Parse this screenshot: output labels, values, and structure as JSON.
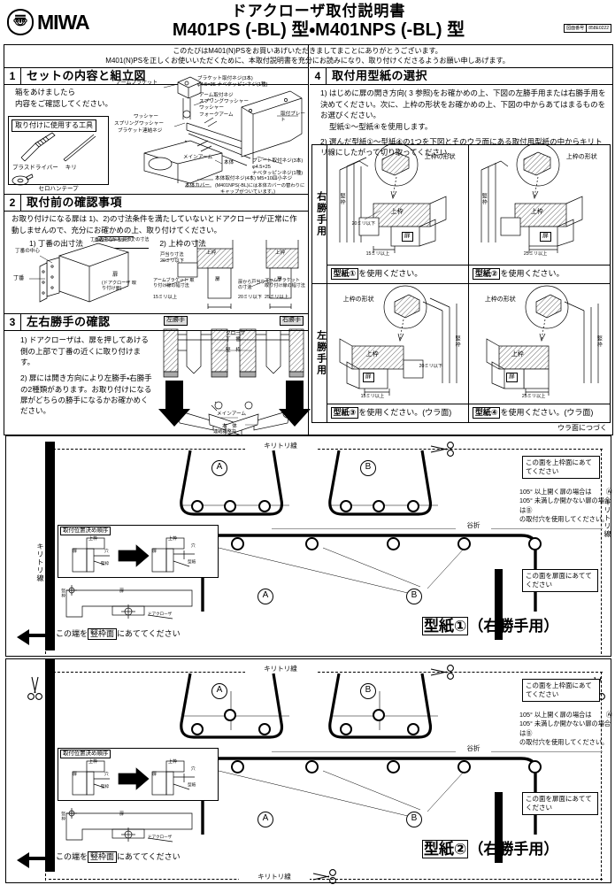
{
  "header": {
    "brand": "MIWA",
    "title_line1": "ドアクローザ取付説明書",
    "title_line2": "M401PS (-BL) 型・M401NPS (-BL) 型",
    "doc_label": "図面番号",
    "doc_number": "858E0222"
  },
  "intro": {
    "line1": "このたびはM401(N)PSをお買いあげいただきましてまことにありがとうございます。",
    "line2": "M401(N)PSを正しくお使いいただくために、本取付説明書を充分にお読みになり、取り付けくださるようお願い申しあげます。"
  },
  "section1": {
    "num": "1",
    "title": "セットの内容と組立図",
    "line1": "箱をあけましたら",
    "line2": "内容をご確認してください。",
    "tools_title": "取り付けに使用する工具",
    "tools": [
      "プラスドライバー",
      "キリ",
      "セロハンテープ"
    ],
    "parts": [
      "アームブラケット",
      "ブラケット取付ネジ(3本)",
      "φ4.5×25 ナベタッピンネジ(1種)",
      "アーム取付ネジ",
      "スプリングワッシャー",
      "ワッシャー",
      "フォークアーム",
      "ワッシャー",
      "スプリングワッシャー",
      "ブラケット連結ネジ",
      "メインアーム",
      "取付プレート",
      "プレート取付ネジ(3本)",
      "φ4.5×25",
      "ナベタッピンネジ(1種)",
      "本体",
      "本体取付ネジ(4本) M5×10皿小ネジ",
      "本体カバー"
    ],
    "cover_note": "(M401NPS(-BL)には本体カバーの替わりに",
    "cover_note2": "キャップがついています。)"
  },
  "section2": {
    "num": "2",
    "title": "取付前の確認事項",
    "body": "お取り付けになる扉は 1)、2)の寸法条件を満たしていないとドアクローザが正常に作動しませんので、充分にお確かめの上、取り付けてください。",
    "item1": "1) 丁番の出寸法",
    "item1_note": "丁番の中心から 扉までの寸法",
    "item1_dim": "45ミリ～55ミリ",
    "item2": "2) 上枠の寸法",
    "labels": {
      "hinge_center": "丁番の中心",
      "hinge": "丁番",
      "door": "扉",
      "door_sub": "(ドアクローザ 取り付け面)",
      "doorstop_dim_title": "戸当り寸法",
      "doorstop_dim": "20ミリ以下",
      "bracket_dim_title": "アームブラケット 取り付け線の幅寸法",
      "bracket_dim_a": "15ミリ以上",
      "bracket_dim_b": "25ミリ以上",
      "door_to_stop_title": "扉から戸当りまでの寸法",
      "door_to_stop": "20ミリ以下",
      "upper_frame": "上枠"
    }
  },
  "section3": {
    "num": "3",
    "title": "左右勝手の確認",
    "item1": "1) ドアクローザは、扉を押してあける側の上部で丁番の近くに取り付けます。",
    "item2": "2) 扉には開き方向により左勝手・右勝手の2種類があります。お取り付けになる扉がどちらの勝手になるかお確かめください。",
    "left_label": "左勝手",
    "right_label": "右勝手",
    "diagram_labels": [
      "クローザ",
      "丁　番",
      "竪　枠",
      "メインアーム",
      "本　体",
      "連結調整弁"
    ]
  },
  "section4": {
    "num": "4",
    "title": "取付用型紙の選択",
    "item1": "1) はじめに扉の開き方向(  3  参照)をお確かめの上、下図の左勝手用または右勝手用を決めてください。次に、上枠の形状をお確かめの上、下図の中からあてはまるものをお選びください。",
    "item1b": "型紙①～型紙④を使用します。",
    "item2": "2) 選んだ型紙①～型紙④の1つを下図とそのウラ面にある取付用型紙の中からキリトリ線にしたがって切り取ってください。",
    "row_right": "右勝手用",
    "row_left": "左勝手用",
    "cells": [
      {
        "shape_label": "上枠の形状",
        "frame": "上枠",
        "door": "扉",
        "stile": "竪枠",
        "dim_a": "20ミリ以下",
        "dim_b": "15ミリ以上",
        "use": "型紙①",
        "use_suffix": "を使用ください。"
      },
      {
        "shape_label": "上枠の形状",
        "frame": "上枠",
        "door": "扉",
        "stile": "竪枠",
        "dim_a": "",
        "dim_b": "25ミリ以上",
        "use": "型紙②",
        "use_suffix": "を使用ください。"
      },
      {
        "shape_label": "上枠の形状",
        "frame": "上枠",
        "door": "扉",
        "stile": "竪枠",
        "dim_a": "20ミリ以下",
        "dim_b": "15ミリ以上",
        "use": "型紙③",
        "use_suffix": "を使用ください。(ウラ面)"
      },
      {
        "shape_label": "上枠の形状",
        "frame": "上枠",
        "door": "扉",
        "stile": "竪枠",
        "dim_a": "",
        "dim_b": "25ミリ以上",
        "use": "型紙④",
        "use_suffix": "を使用ください。(ウラ面)"
      }
    ],
    "continue_note": "ウラ面につづく"
  },
  "templates": {
    "cut_line": "キリトリ線",
    "valley_fold": "谷折",
    "note_top": "この面を上枠面にあててください",
    "note_door": "この面を扉面にあててください",
    "angle_note_1": "105° 以上開く扉の場合は",
    "angle_note_1b": "Ⓐ",
    "angle_note_2": "105° 未満しか開かない扉の場合は",
    "angle_note_2b": "Ⓑ",
    "angle_note_3": "の取付穴を使用してください。",
    "edge_note_pre": "この端を",
    "edge_note_box": "竪枠面",
    "edge_note_post": "にあててください",
    "pos_title": "取付位置決め順序",
    "pos_labels": {
      "frame": "上枠",
      "door": "扉",
      "stile": "竪枠",
      "hole": "穴",
      "mark": "型紙",
      "closer": "ドアクローザ"
    },
    "marker_a": "A",
    "marker_b": "B",
    "sheet1": "型紙①",
    "sheet1_suffix": "（右勝手用）",
    "sheet2": "型紙②",
    "sheet2_suffix": "（右勝手用）"
  }
}
